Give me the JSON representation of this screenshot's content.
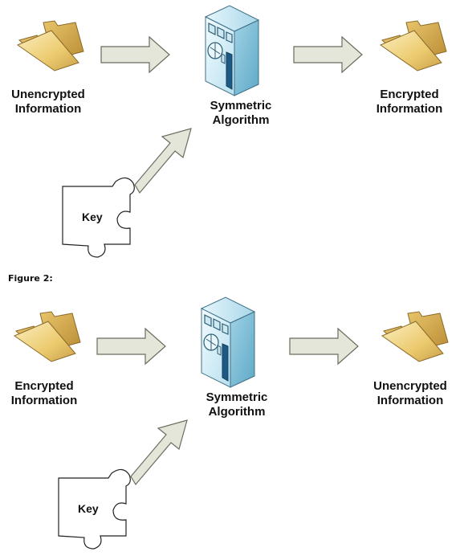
{
  "figure1": {
    "input_label": [
      "Unencrypted",
      "Information"
    ],
    "algorithm_label": [
      "Symmetric",
      "Algorithm"
    ],
    "output_label": [
      "Encrypted",
      "Information"
    ],
    "key_label": "Key"
  },
  "figure2": {
    "title": "Figure 2:",
    "input_label": [
      "Encrypted",
      "Information"
    ],
    "algorithm_label": [
      "Symmetric",
      "Algorithm"
    ],
    "output_label": [
      "Unencrypted",
      "Information"
    ],
    "key_label": "Key"
  },
  "colors": {
    "arrow_fill": "#e3e6d9",
    "arrow_stroke": "#6a6d60",
    "folder_light": "#f6df9a",
    "folder_dark": "#c9a04a",
    "building_light": "#dff1f8",
    "building_dark": "#8fc8de"
  }
}
